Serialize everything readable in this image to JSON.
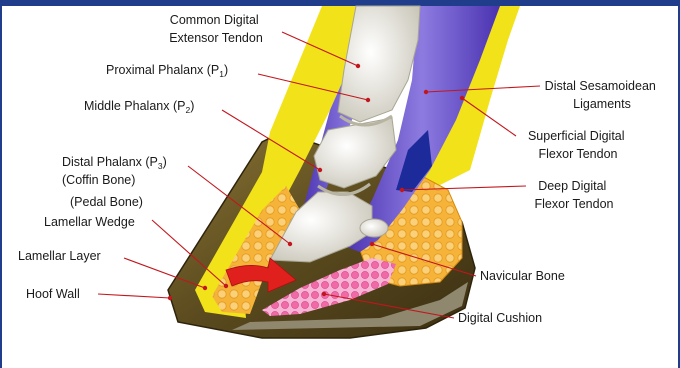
{
  "labels": {
    "common_digital_extensor_tendon": [
      "Common Digital",
      "Extensor Tendon"
    ],
    "proximal_phalanx": {
      "text": "Proximal Phalanx (P",
      "sub": "1",
      "close": ")"
    },
    "middle_phalanx": {
      "text": "Middle Phalanx (P",
      "sub": "2",
      "close": ")"
    },
    "distal_phalanx": {
      "text": "Distal Phalanx (P",
      "sub": "3",
      "close": ")",
      "line2": "(Coffin Bone)",
      "line3": "(Pedal Bone)"
    },
    "lamellar_wedge": "Lamellar Wedge",
    "lamellar_layer": "Lamellar Layer",
    "hoof_wall": "Hoof Wall",
    "distal_sesamoidean_ligaments": [
      "Distal Sesamoidean",
      "Ligaments"
    ],
    "superficial_digital_flexor_tendon": [
      "Superficial Digital",
      "Flexor Tendon"
    ],
    "deep_digital_flexor_tendon": [
      "Deep Digital",
      "Flexor Tendon"
    ],
    "navicular_bone": "Navicular Bone",
    "digital_cushion": "Digital Cushion"
  },
  "colors": {
    "frame": "#1f3d8a",
    "leader": "#c2161d",
    "hoof_wall": "#5a4a1e",
    "lamellar_layer": "#f2e21a",
    "bone": "#e8e6dc",
    "tendon": "#6a4fc8",
    "deep_flexor": "#f5a623",
    "digital_cushion": "#f06aa8",
    "arrow": "#e0201d"
  }
}
